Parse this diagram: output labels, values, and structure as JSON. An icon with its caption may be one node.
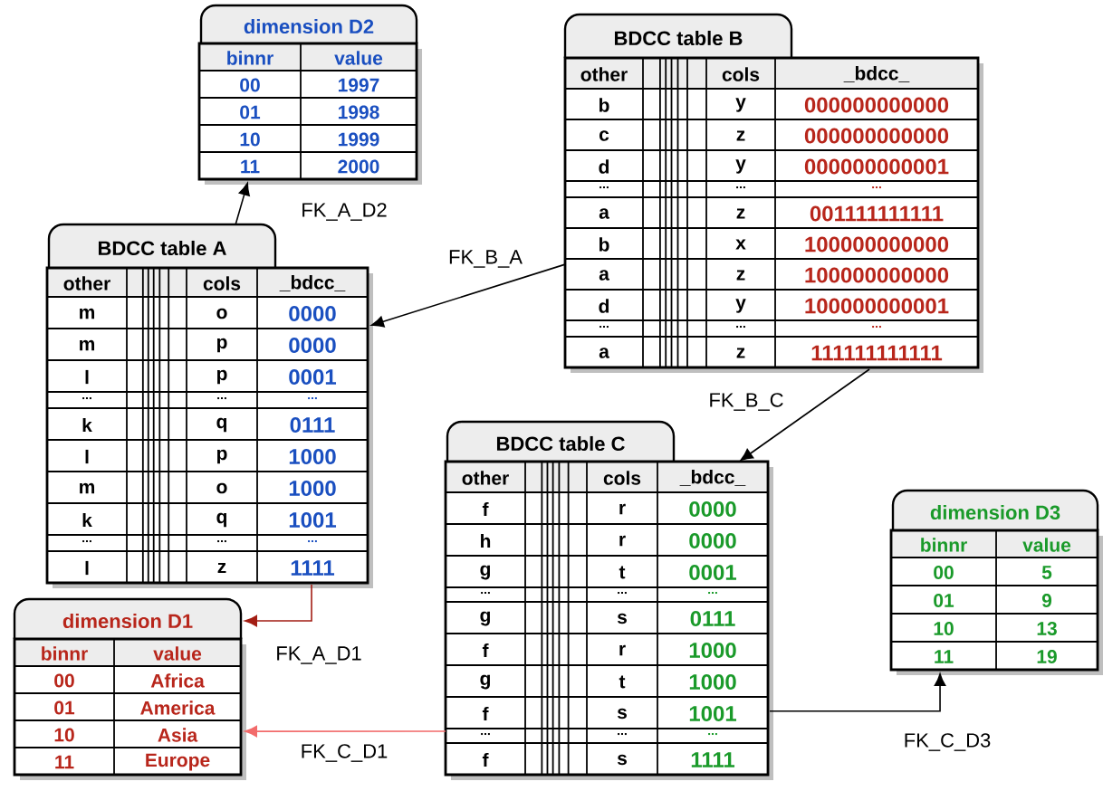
{
  "diagram": {
    "nodes": [
      {
        "text": [
          "dimension D2"
        ]
      },
      {
        "text": [
          "BDCC table B"
        ]
      },
      {
        "text": [
          "BDCC table A"
        ]
      },
      {
        "text": [
          "BDCC table C"
        ]
      },
      {
        "text": [
          "dimension D3"
        ]
      },
      {
        "text": [
          "dimension D1"
        ]
      }
    ],
    "edges": [
      {
        "from": 2,
        "to": 0,
        "arrow": "to",
        "label": "FK_A_D2"
      },
      {
        "from": 1,
        "to": 2,
        "arrow": "to",
        "label": "FK_B_A"
      },
      {
        "from": 1,
        "to": 3,
        "arrow": "to",
        "label": "FK_B_C"
      },
      {
        "from": 2,
        "to": 5,
        "arrow": "to",
        "label": "FK_A_D1",
        "color": "#a31e14"
      },
      {
        "from": 3,
        "to": 5,
        "arrow": "to",
        "label": "FK_C_D1",
        "color": "#f26b6b"
      },
      {
        "from": 3,
        "to": 4,
        "arrow": "to",
        "label": "FK_C_D3"
      }
    ],
    "labels": [
      "binnr",
      "value",
      "00",
      "1997",
      "01",
      "1998",
      "10",
      "1999",
      "11",
      "2000",
      "other",
      "cols",
      "_bdcc_",
      "b",
      "y",
      "000000000000",
      "c",
      "z",
      "000000000000",
      "d",
      "y",
      "000000000001",
      "...",
      "...",
      "...",
      "a",
      "z",
      "001111111111",
      "b",
      "x",
      "100000000000",
      "a",
      "z",
      "100000000000",
      "d",
      "y",
      "100000000001",
      "...",
      "...",
      "...",
      "a",
      "z",
      "111111111111",
      "other",
      "cols",
      "_bdcc_",
      "m",
      "o",
      "0000",
      "m",
      "p",
      "0000",
      "l",
      "p",
      "0001",
      "...",
      "...",
      "...",
      "k",
      "q",
      "0111",
      "l",
      "p",
      "1000",
      "m",
      "o",
      "1000",
      "k",
      "q",
      "1001",
      "...",
      "...",
      "...",
      "l",
      "z",
      "1111",
      "other",
      "cols",
      "_bdcc_",
      "f",
      "r",
      "0000",
      "h",
      "r",
      "0000",
      "g",
      "t",
      "0001",
      "...",
      "...",
      "...",
      "g",
      "s",
      "0111",
      "f",
      "r",
      "1000",
      "g",
      "t",
      "1000",
      "f",
      "s",
      "1001",
      "...",
      "...",
      "...",
      "f",
      "s",
      "1111",
      "binnr",
      "value",
      "00",
      "Africa",
      "01",
      "America",
      "10",
      "Asia",
      "11",
      "Europe",
      "binnr",
      "value",
      "00",
      "5",
      "01",
      "9",
      "10",
      "13",
      "11",
      "19"
    ]
  }
}
